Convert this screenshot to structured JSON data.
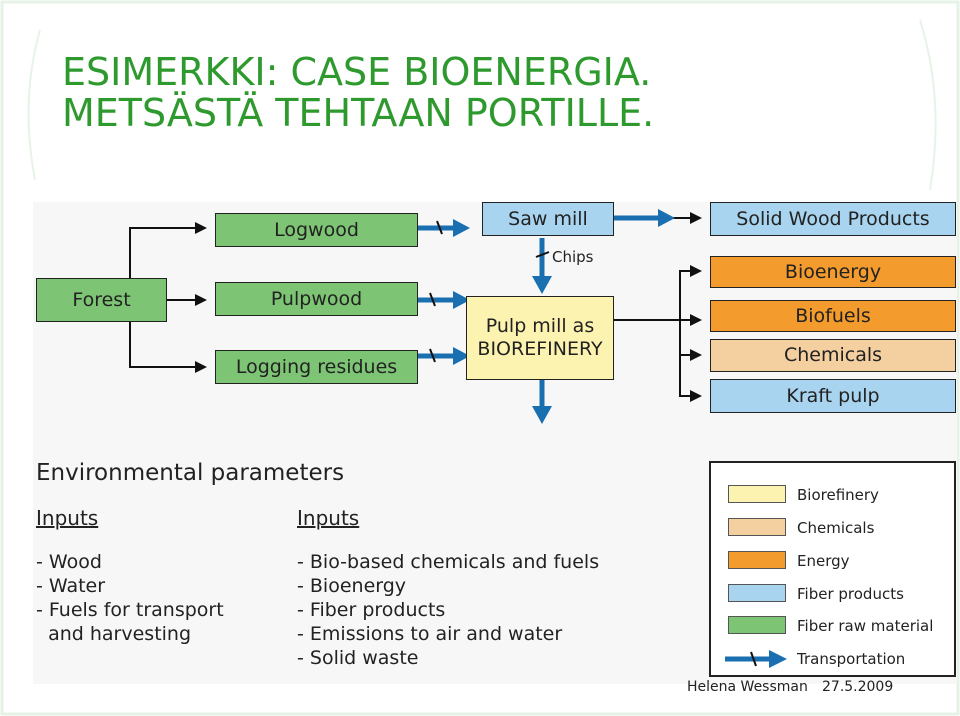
{
  "title": {
    "line1": "ESIMERKKI: CASE BIOENERGIA.",
    "line2": "METSÄSTÄ TEHTAAN PORTILLE."
  },
  "diagram": {
    "forest": "Forest",
    "logwood": "Logwood",
    "pulpwood": "Pulpwood",
    "logging_residues": "Logging residues",
    "saw_mill": "Saw mill",
    "chips": "Chips",
    "pulp_mill_line1": "Pulp mill as",
    "pulp_mill_line2": "BIOREFINERY",
    "solid_wood_products": "Solid Wood Products",
    "bioenergy": "Bioenergy",
    "biofuels": "Biofuels",
    "chemicals": "Chemicals",
    "kraft_pulp": "Kraft pulp"
  },
  "environment": {
    "heading": "Environmental parameters",
    "inputs_label": "Inputs",
    "inputs": [
      "- Wood",
      "- Water",
      "- Fuels for transport",
      "  and harvesting"
    ],
    "outputs_label": "Inputs",
    "outputs": [
      "- Bio-based chemicals and fuels",
      "- Bioenergy",
      "- Fiber products",
      "- Emissions to air and water",
      "- Solid waste"
    ]
  },
  "legend": {
    "items": [
      {
        "label": "Biorefinery",
        "color": "#fdf3b0"
      },
      {
        "label": "Chemicals",
        "color": "#f4cfa0"
      },
      {
        "label": "Energy",
        "color": "#f39b2c"
      },
      {
        "label": "Fiber products",
        "color": "#a9d4ef"
      },
      {
        "label": "Fiber raw material",
        "color": "#7dc574"
      },
      {
        "label": "Transportation",
        "icon": "arrow-icon",
        "color": "#1a6fb0"
      }
    ]
  },
  "footer": {
    "author": "Helena Wessman",
    "date": "27.5.2009"
  },
  "colors": {
    "title_green": "#2e9a2e",
    "arrow_blue": "#1a6fb0"
  }
}
